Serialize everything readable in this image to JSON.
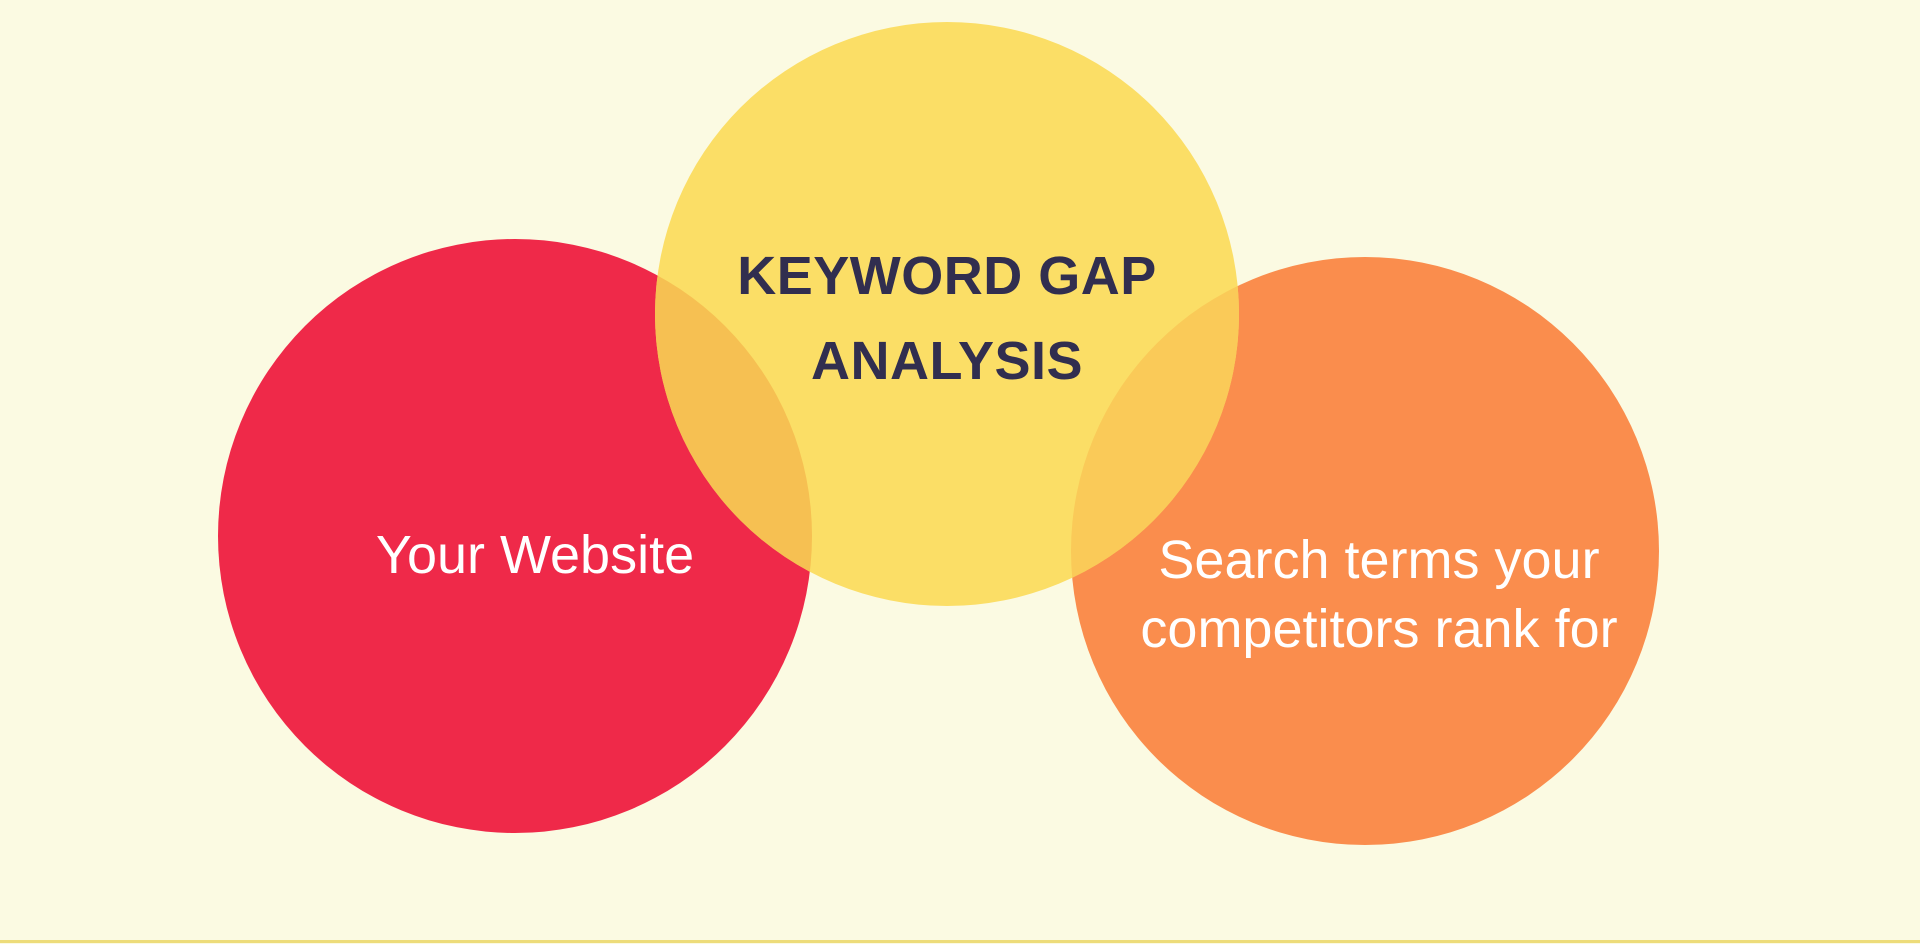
{
  "page": {
    "background_color": "#FBFAE2",
    "bottom_line_color": "#EDDC7A"
  },
  "diagram": {
    "type": "venn",
    "title": {
      "full_text": "KEYWORD GAP ANALYSIS",
      "line1": "KEYWORD GAP",
      "line2": "ANALYSIS",
      "color": "#312E4F"
    },
    "sets": [
      {
        "name": "your-website",
        "label": "Your Website",
        "circle_color": "#EF2949",
        "label_color": "#FFFFFF"
      },
      {
        "name": "keyword-gap-analysis",
        "label": "KEYWORD GAP ANALYSIS",
        "circle_color": "#FBDE66",
        "label_color": "#312E4F"
      },
      {
        "name": "competitor-search-terms",
        "label": "Search terms your competitors rank for",
        "label_line1": "Search terms your",
        "label_line2": "competitors rank for",
        "circle_color": "#FA8D4D",
        "label_color": "#FFFFFF"
      }
    ],
    "overlaps": [
      {
        "between": [
          "your-website",
          "keyword-gap-analysis"
        ],
        "color": "#F6C052"
      },
      {
        "between": [
          "keyword-gap-analysis",
          "competitor-search-terms"
        ],
        "color": "#FACA58"
      }
    ]
  }
}
